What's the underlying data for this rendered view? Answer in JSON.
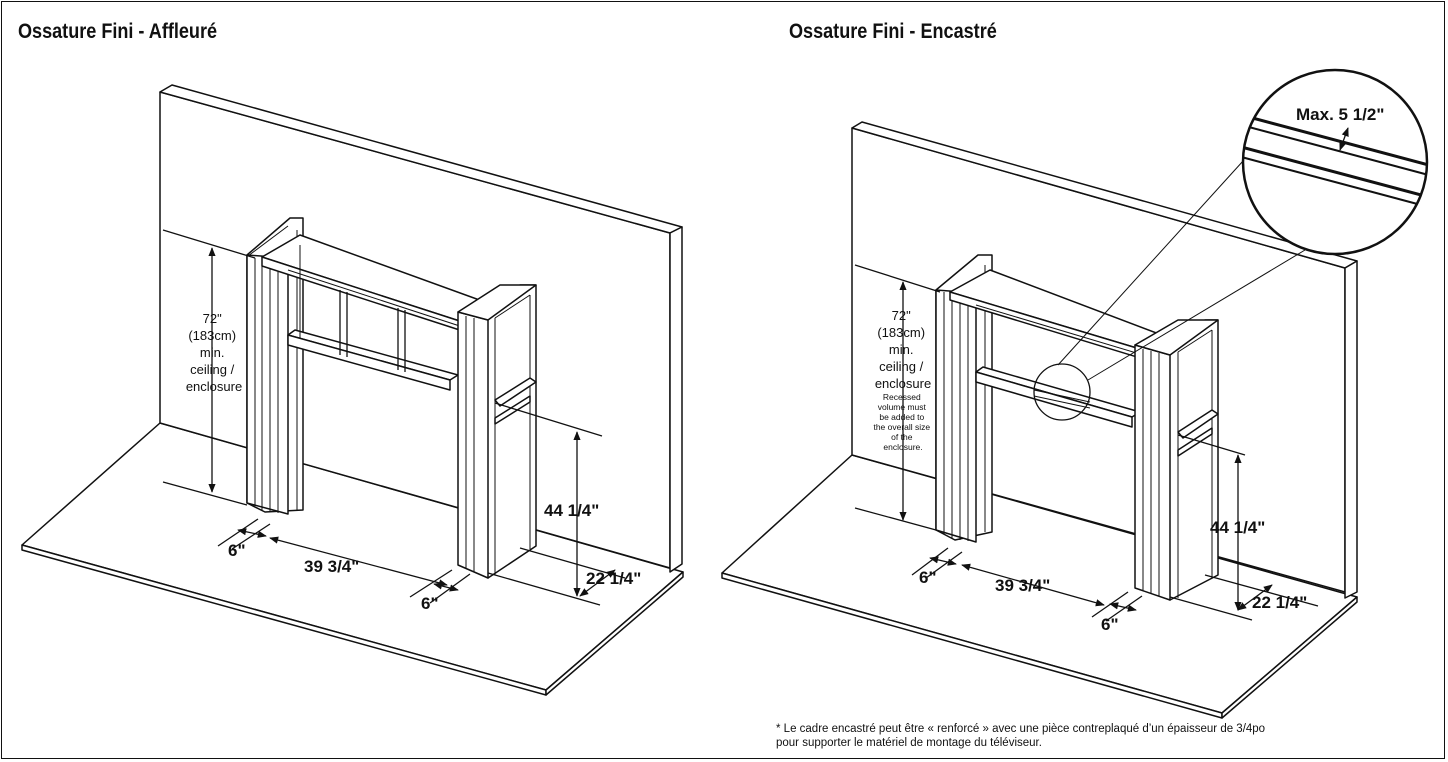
{
  "titles": {
    "left": "Ossature Fini - Affleuré",
    "right": "Ossature Fini - Encastré"
  },
  "left": {
    "dim_height": "44 1/4\"",
    "dim_width": "39 3/4\"",
    "dim_stud_left": "6\"",
    "dim_stud_right": "6\"",
    "dim_depth": "22 1/4\"",
    "ceiling_note": [
      "72\"",
      "(183cm)",
      "min.",
      "ceiling /",
      "enclosure"
    ]
  },
  "right": {
    "dim_height": "44 1/4\"",
    "dim_width": "39 3/4\"",
    "dim_stud_left": "6\"",
    "dim_stud_right": "6\"",
    "dim_depth": "22 1/4\"",
    "ceiling_note": [
      "72\"",
      "(183cm)",
      "min.",
      "ceiling /",
      "enclosure"
    ],
    "recess_note": [
      "Recessed",
      "volume must",
      "be added to",
      "the overall size",
      "of the",
      "enclosure."
    ],
    "detail_label": "Max. 5 1/2\""
  },
  "footnote": [
    "* Le cadre encastré peut être « renforcé » avec une pièce contreplaqué d’un épaisseur de 3/4po",
    "pour supporter le matériel de montage du téléviseur."
  ]
}
